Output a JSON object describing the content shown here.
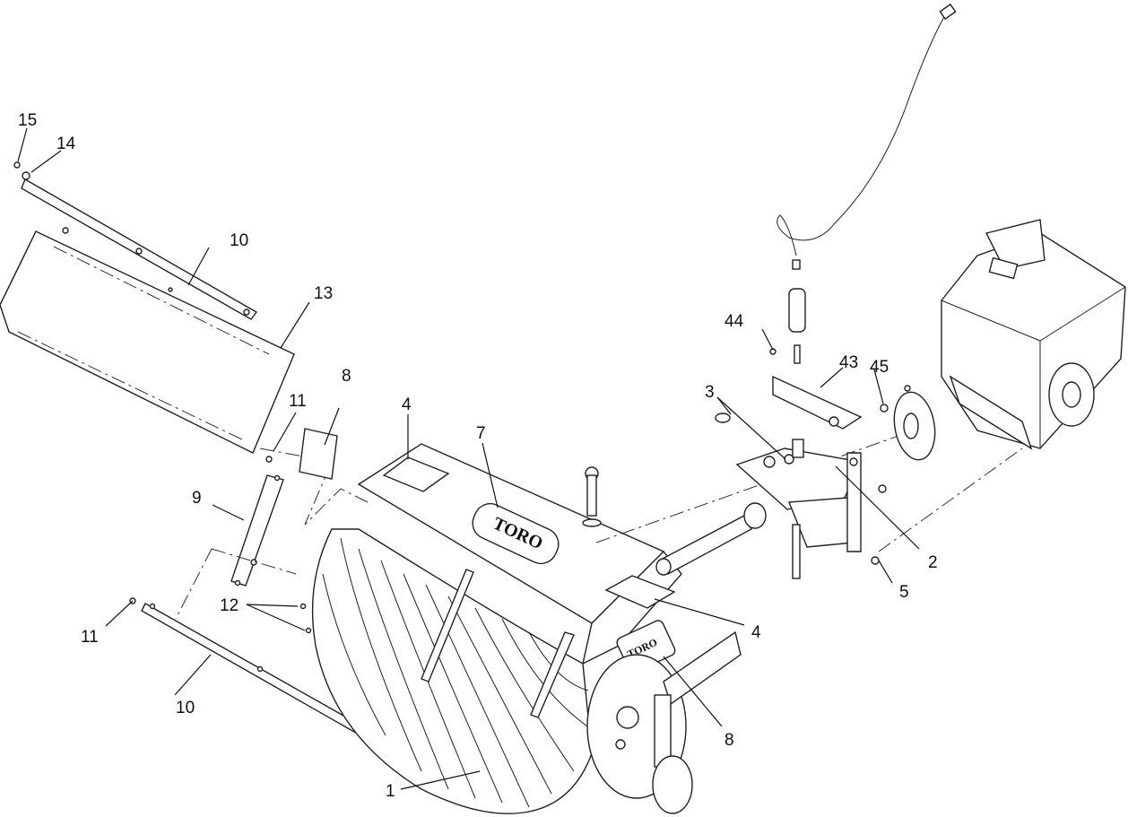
{
  "diagram": {
    "brand_logo": "TORO",
    "callouts": {
      "c1": "1",
      "c2": "2",
      "c3": "3",
      "c4a": "4",
      "c4b": "4",
      "c5": "5",
      "c7": "7",
      "c8a": "8",
      "c8b": "8",
      "c9": "9",
      "c10a": "10",
      "c10b": "10",
      "c11a": "11",
      "c11b": "11",
      "c12": "12",
      "c13": "13",
      "c14": "14",
      "c15": "15",
      "c43": "43",
      "c44": "44",
      "c45": "45"
    }
  }
}
